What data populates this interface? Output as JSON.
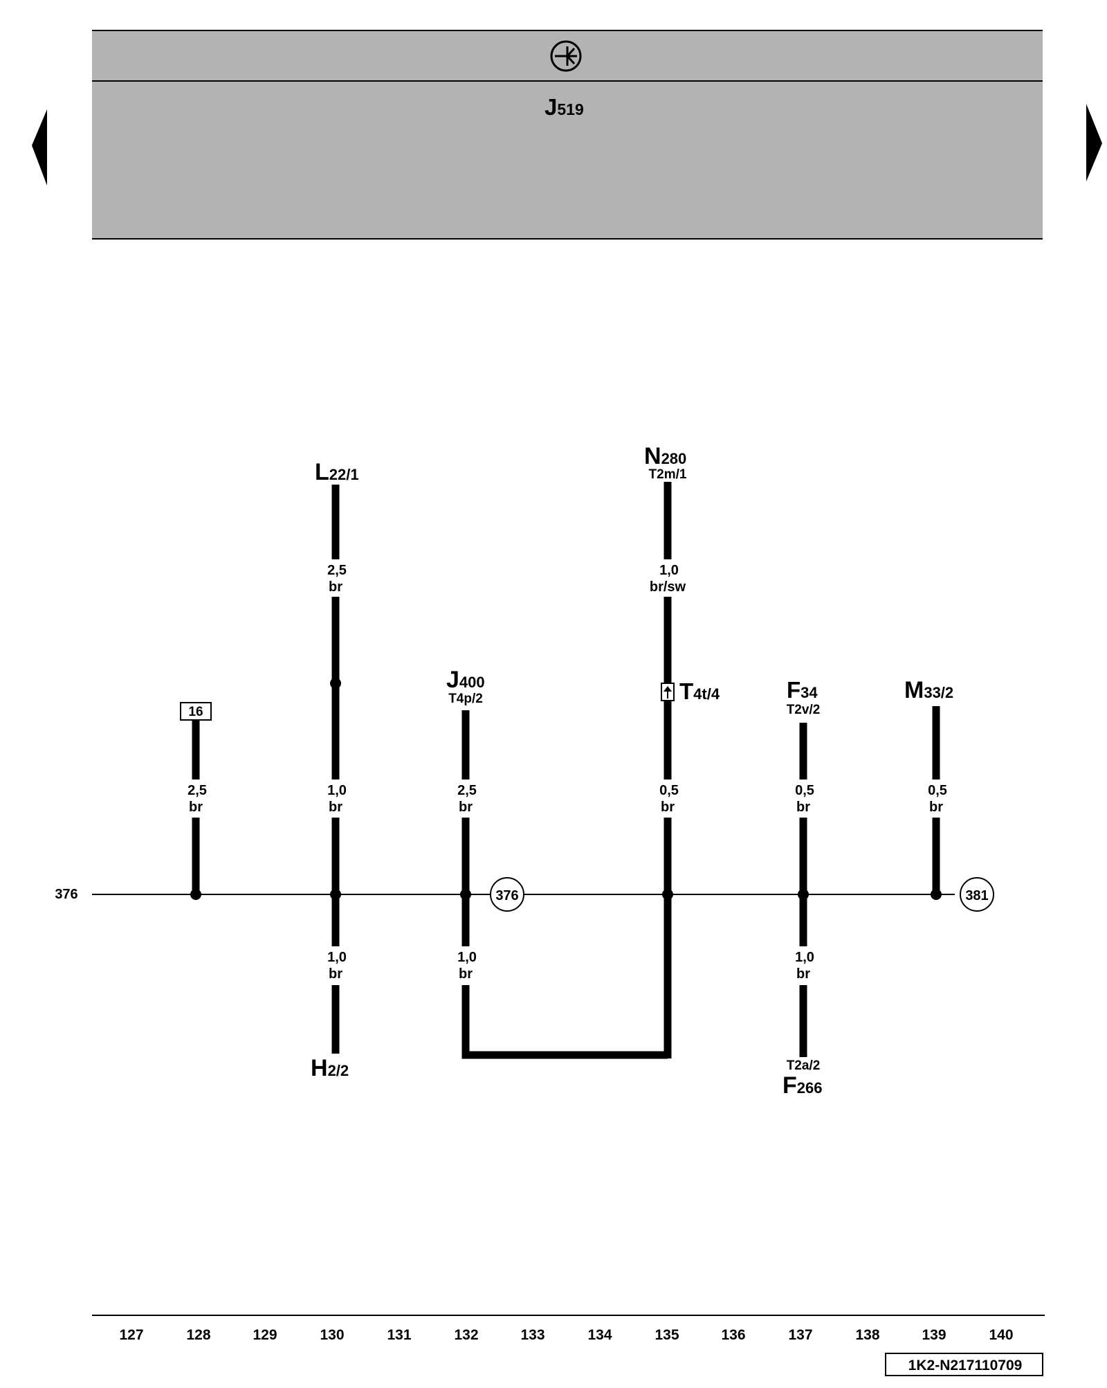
{
  "header": {
    "symbol_icon": "ground-circle-icon",
    "control_unit": {
      "main": "J",
      "sub": "519"
    },
    "fill_color": "#b3b3b3"
  },
  "navigation": {
    "prev_icon": "triangle-left-icon",
    "next_icon": "triangle-right-icon"
  },
  "bus": {
    "left_label": "376",
    "refs": [
      "376",
      "381"
    ]
  },
  "components": [
    {
      "id": "L",
      "main": "L",
      "sub": "22/1",
      "pin": ""
    },
    {
      "id": "N",
      "main": "N",
      "sub": "280",
      "pin": "T2m/1"
    },
    {
      "id": "J",
      "main": "J",
      "sub": "400",
      "pin": "T4p/2"
    },
    {
      "id": "T",
      "main": "T",
      "sub": "4t/4",
      "pin": ""
    },
    {
      "id": "F34",
      "main": "F",
      "sub": "34",
      "pin": "T2v/2"
    },
    {
      "id": "M",
      "main": "M",
      "sub": "33/2",
      "pin": ""
    },
    {
      "id": "H",
      "main": "H",
      "sub": "2/2",
      "pin": ""
    },
    {
      "id": "F266",
      "main": "F",
      "sub": "266",
      "pin": "T2a/2"
    }
  ],
  "fuse_label": "16",
  "wires": [
    {
      "id": "w128",
      "size": "2,5",
      "color": "br"
    },
    {
      "id": "w130-top",
      "size": "2,5",
      "color": "br"
    },
    {
      "id": "w130-mid",
      "size": "1,0",
      "color": "br"
    },
    {
      "id": "w130-low",
      "size": "1,0",
      "color": "br"
    },
    {
      "id": "w132-top",
      "size": "2,5",
      "color": "br"
    },
    {
      "id": "w132-low",
      "size": "1,0",
      "color": "br"
    },
    {
      "id": "w135-top",
      "size": "1,0",
      "color": "br/sw"
    },
    {
      "id": "w135-mid",
      "size": "0,5",
      "color": "br"
    },
    {
      "id": "w137-mid",
      "size": "0,5",
      "color": "br"
    },
    {
      "id": "w137-low",
      "size": "1,0",
      "color": "br"
    },
    {
      "id": "w139",
      "size": "0,5",
      "color": "br"
    }
  ],
  "grid_numbers": [
    "127",
    "128",
    "129",
    "130",
    "131",
    "132",
    "133",
    "134",
    "135",
    "136",
    "137",
    "138",
    "139",
    "140"
  ],
  "document_code": "1K2-N217110709"
}
